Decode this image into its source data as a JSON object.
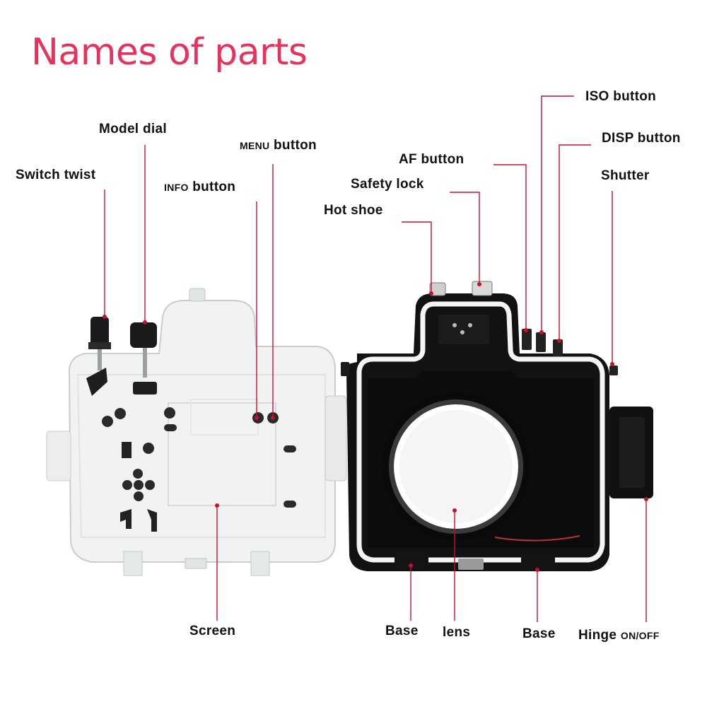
{
  "title": "Names of parts",
  "labels": {
    "switch_twist": "Switch twist",
    "model_dial": "Model dial",
    "info_button_small": "INFO",
    "info_button_rest": "button",
    "menu_button_small": "MENU",
    "menu_button_rest": "button",
    "screen": "Screen",
    "hot_shoe": "Hot shoe",
    "safety_lock": "Safety lock",
    "af_button": "AF button",
    "iso_button": "ISO button",
    "disp_button": "DISP button",
    "shutter": "Shutter",
    "base_left": "Base",
    "lens": "lens",
    "base_right": "Base",
    "hinge_main": "Hinge",
    "hinge_small": "ON/OFF"
  },
  "colors": {
    "title": "#e8315b",
    "leader_line": "#c8102e",
    "label_text": "#111111",
    "housing_back": "#eef0f0",
    "housing_body": "#111111"
  }
}
